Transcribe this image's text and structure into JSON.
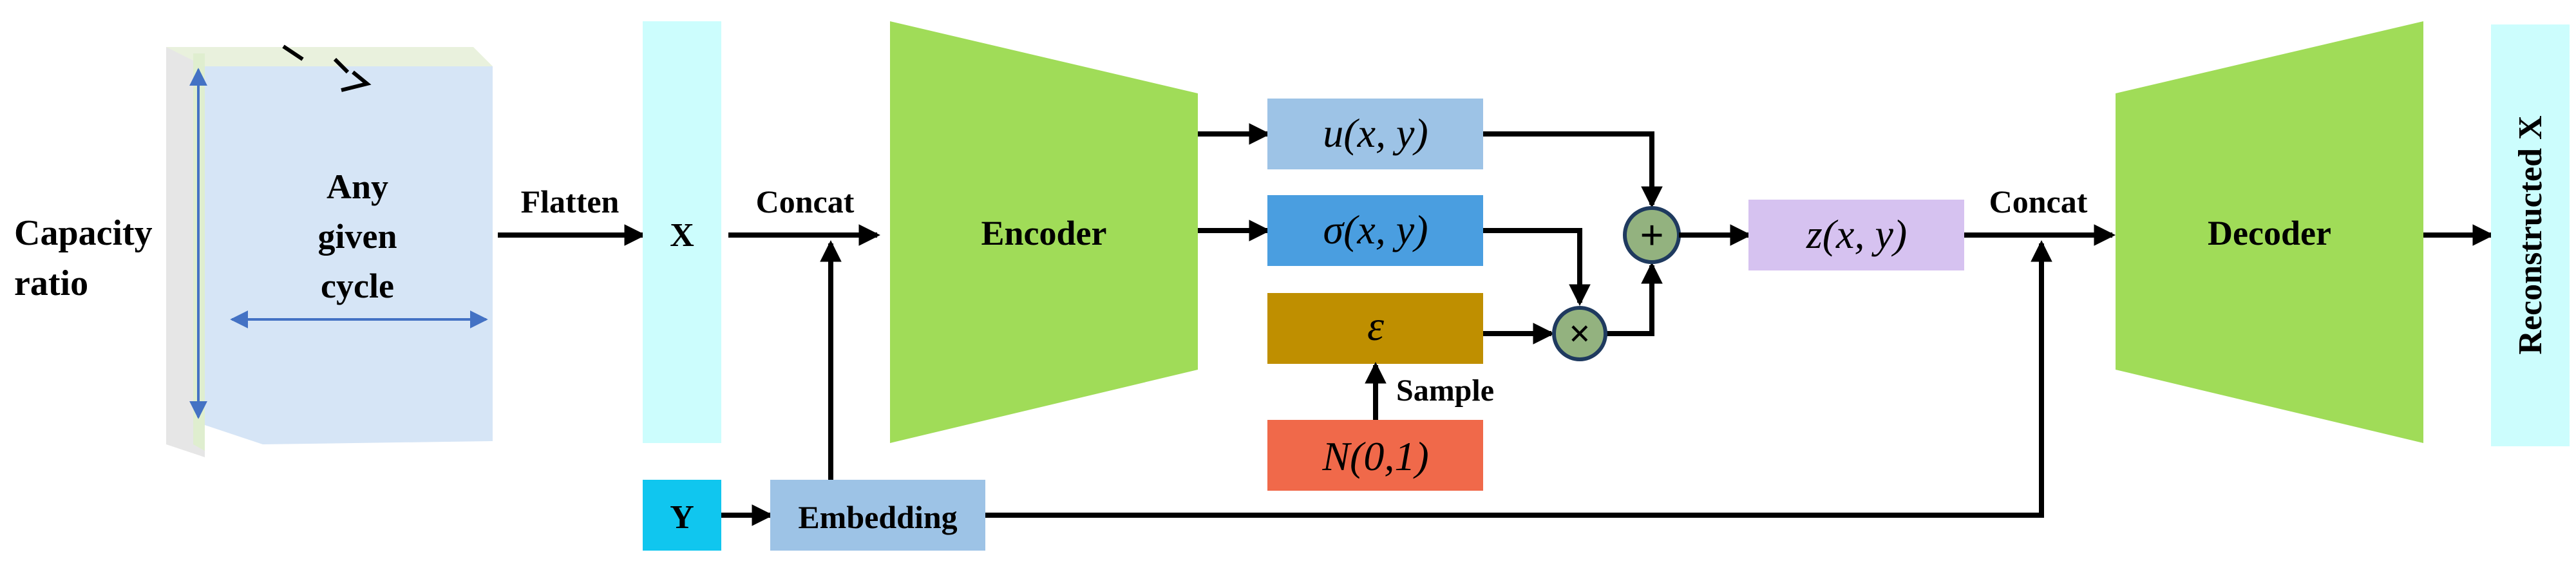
{
  "input": {
    "side_label_line1": "Capacity",
    "side_label_line2": "ratio",
    "cube_text_line1": "Any",
    "cube_text_line2": "given",
    "cube_text_line3": "cycle"
  },
  "edges": {
    "flatten": "Flatten",
    "concat_1": "Concat",
    "concat_2": "Concat",
    "sample": "Sample"
  },
  "nodes": {
    "x": "X",
    "y": "Y",
    "embedding": "Embedding",
    "encoder": "Encoder",
    "mu": "u(x, y)",
    "sigma": "σ(x, y)",
    "epsilon": "ε",
    "normal": "N(0,1)",
    "plus": "+",
    "times": "×",
    "z": "z(x, y)",
    "decoder": "Decoder",
    "reconstructed": "Reconstructed X"
  },
  "colors": {
    "cyan_bar": "#ccfdfd",
    "y_box": "#10c6ef",
    "embedding": "#9dc3e6",
    "encoder_decoder": "#a0dc58",
    "mu_box": "#9dc3e6",
    "sigma_box": "#4a9ee0",
    "epsilon_box": "#bf8f00",
    "normal_box": "#f0694a",
    "z_box": "#d6c2f0",
    "operator_circle": "#93b27f",
    "cube_front": "#d6e5f6",
    "cube_side": "#e6e6e6",
    "cube_layer": "#dfeecf"
  }
}
